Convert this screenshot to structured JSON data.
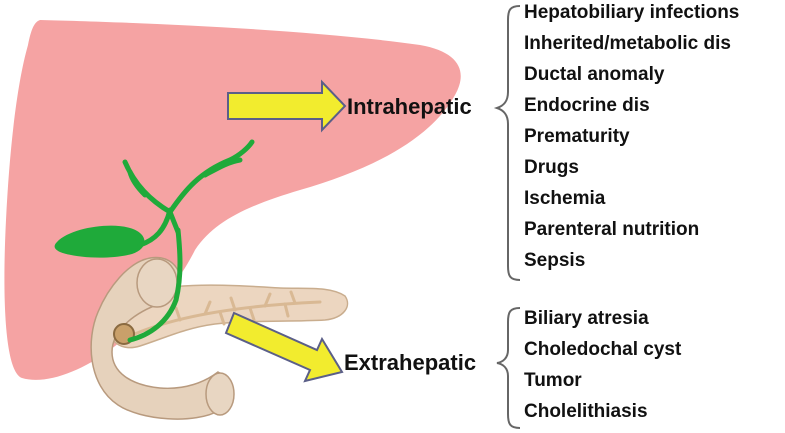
{
  "colors": {
    "liver": "#f5a3a3",
    "gallbladder_ducts": "#1faa3a",
    "pancreas": "#ecd6c0",
    "duodenum": "#e6d2bc",
    "arrow_fill": "#f2ec2e",
    "arrow_stroke": "#5b5f88",
    "brace": "#666666",
    "text": "#111111"
  },
  "diagram": {
    "intrahepatic": {
      "label": "Intrahepatic",
      "causes": [
        "Hepatobiliary infections",
        "Inherited/metabolic dis",
        "Ductal anomaly",
        "Endocrine dis",
        "Prematurity",
        "Drugs",
        "Ischemia",
        "Parenteral nutrition",
        "Sepsis"
      ]
    },
    "extrahepatic": {
      "label": "Extrahepatic",
      "causes": [
        "Biliary atresia",
        "Choledochal cyst",
        "Tumor",
        "Cholelithiasis"
      ]
    }
  }
}
